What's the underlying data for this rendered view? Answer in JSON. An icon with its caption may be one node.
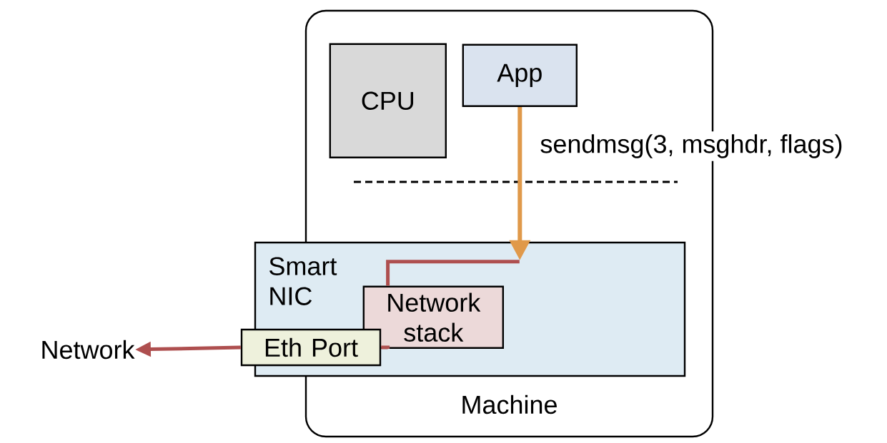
{
  "diagram": {
    "nodes": [
      {
        "text": [
          "Machine"
        ]
      },
      {
        "text": [
          "CPU"
        ],
        "in": 0
      },
      {
        "text": [
          "App"
        ],
        "in": 0
      },
      {
        "text": [
          "Smart NIC"
        ]
      },
      {
        "text": [
          "Network stack"
        ],
        "in": 3
      },
      {
        "text": [
          "Eth Port"
        ]
      },
      {
        "text": [
          "Network"
        ]
      }
    ],
    "edges": [
      {
        "from": 2,
        "to": 3,
        "arrow": "to",
        "label": "sendmsg(3, msghdr, flags)",
        "color": "#e0994a"
      },
      {
        "from": 3,
        "to": 4,
        "arrow": "none",
        "color": "#ae4f4f"
      },
      {
        "from": 4,
        "to": 5,
        "arrow": "none",
        "color": "#ae4f4f"
      },
      {
        "from": 5,
        "to": 6,
        "arrow": "to",
        "color": "#ae4f4f"
      }
    ]
  }
}
